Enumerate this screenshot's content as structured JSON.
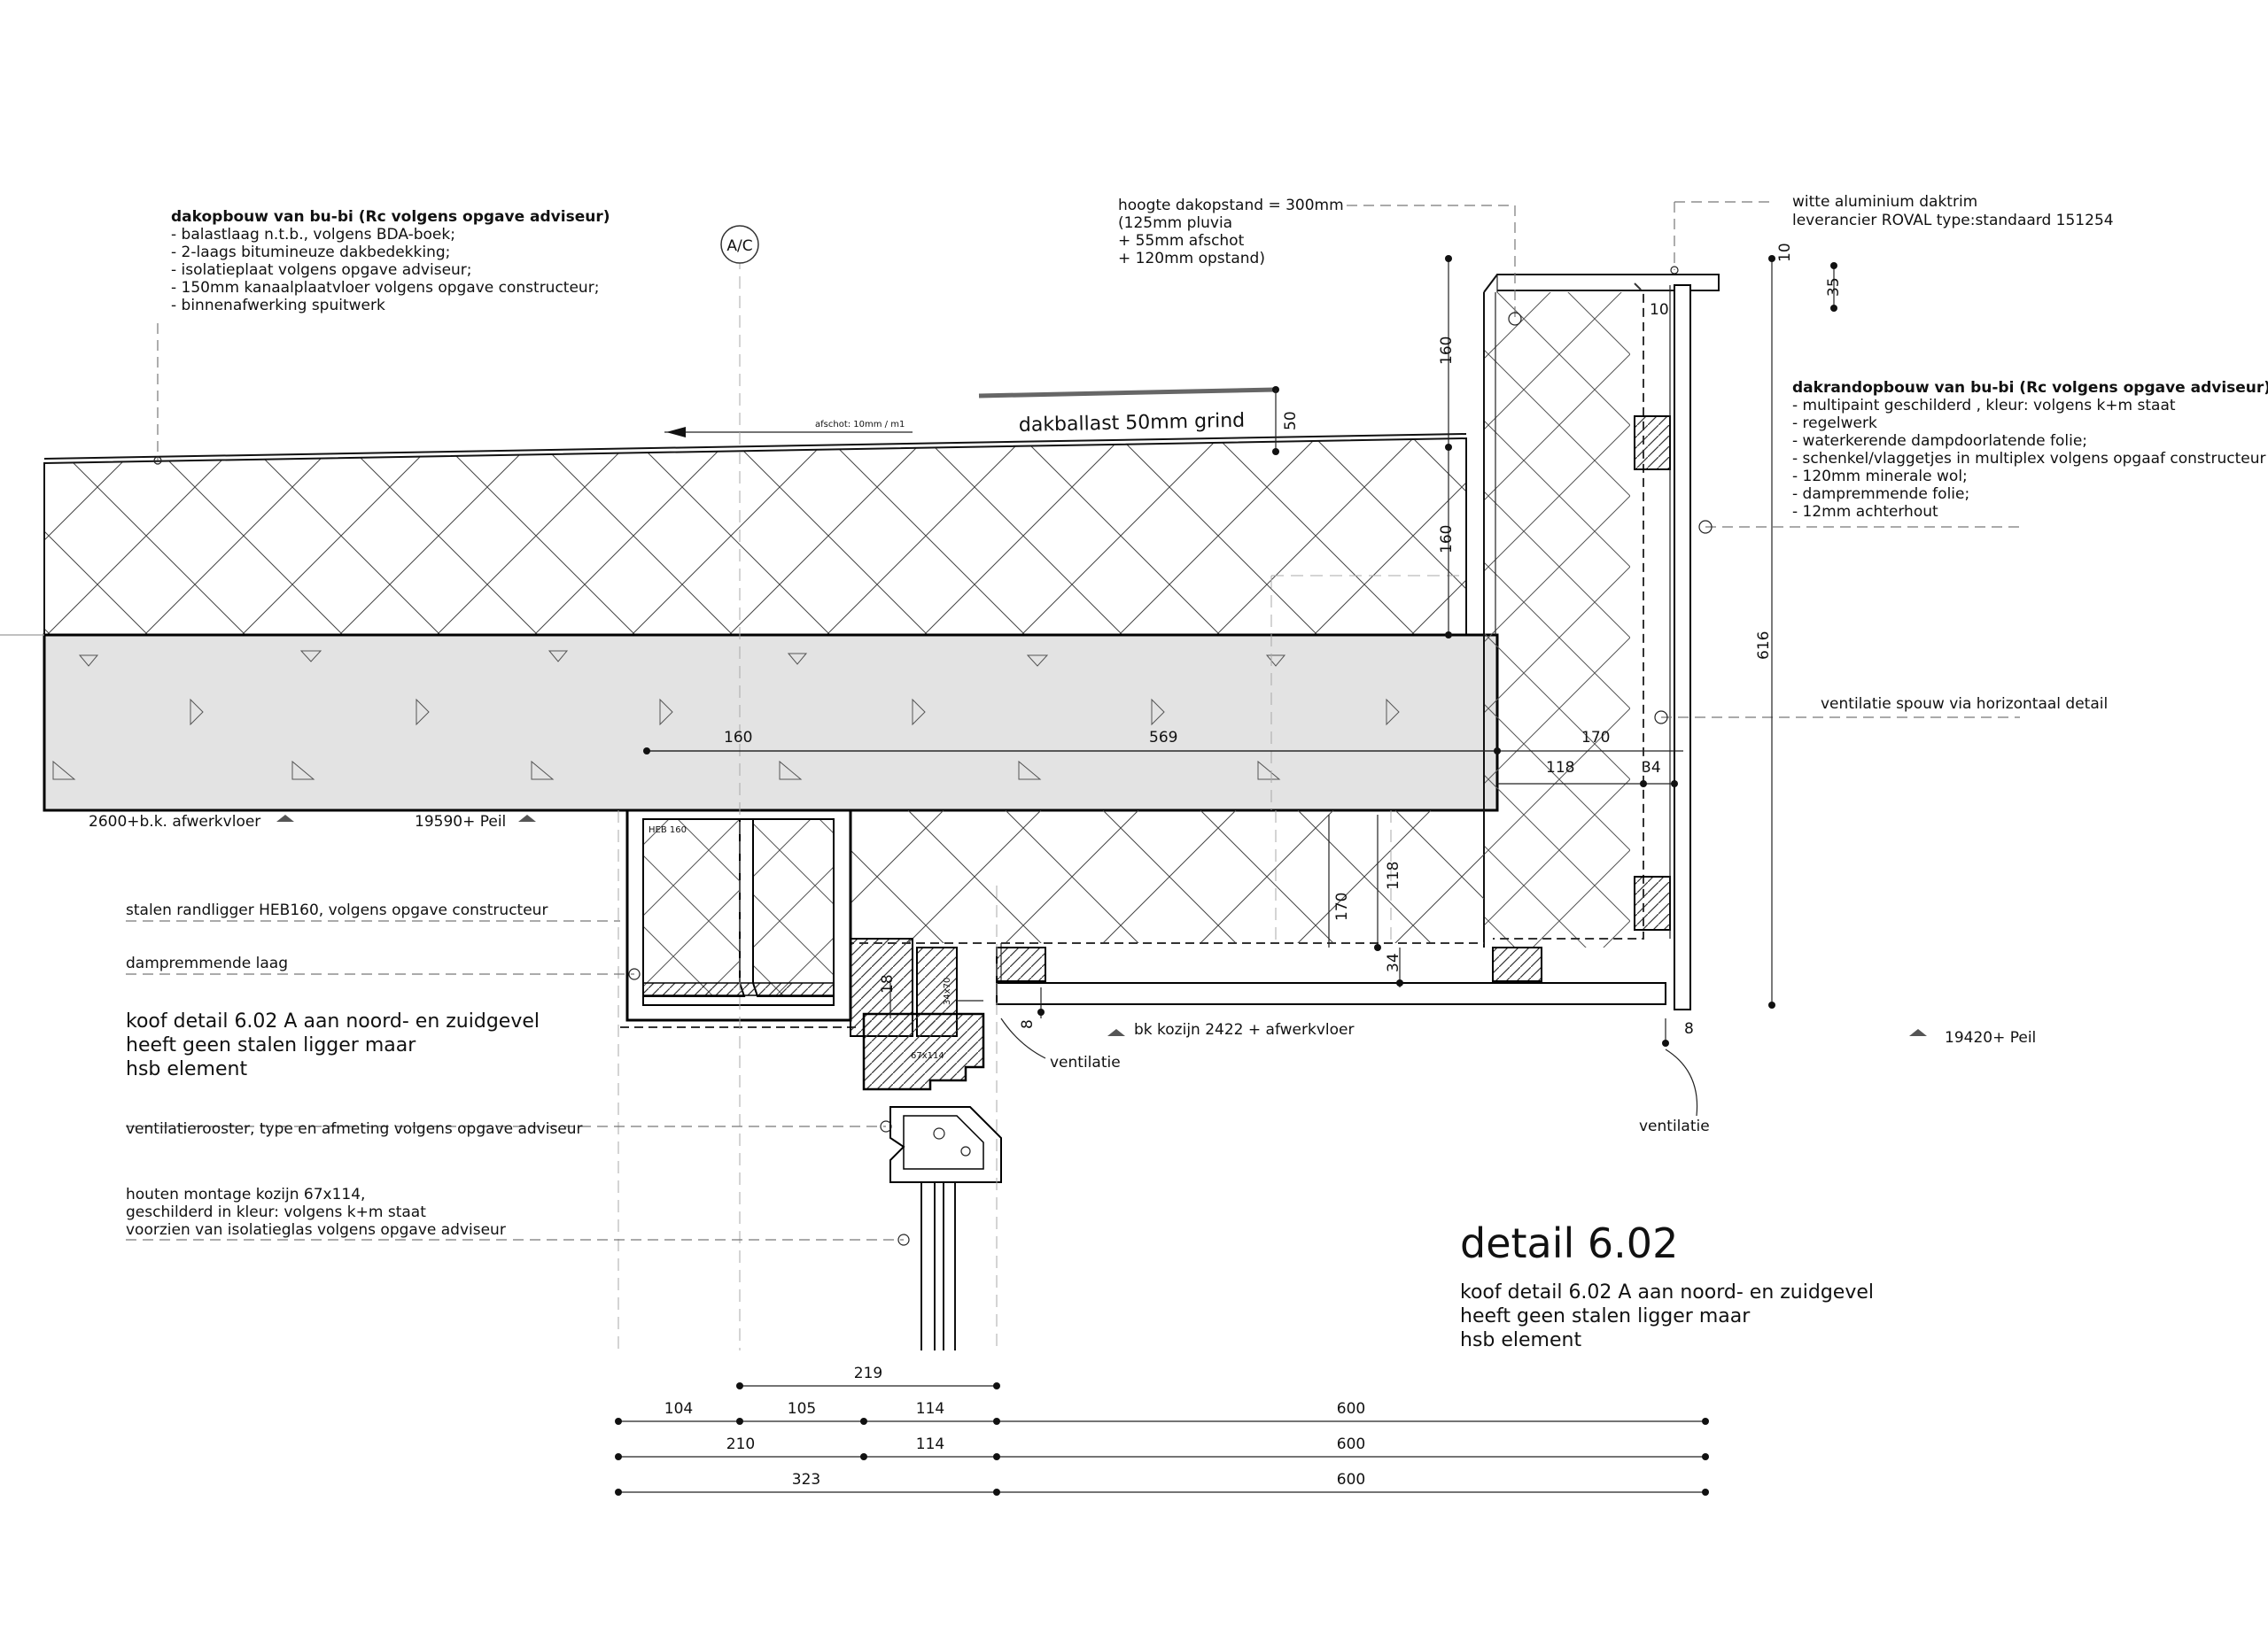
{
  "notes": {
    "dakopbouw": {
      "title": "dakopbouw van bu-bi (Rc volgens opgave adviseur)",
      "lines": [
        "- balastlaag n.t.b., volgens BDA-boek;",
        "- 2-laags bitumineuze dakbedekking;",
        "- isolatieplaat volgens opgave adviseur;",
        "- 150mm kanaalplaatvloer volgens opgave constructeur;",
        "- binnenafwerking spuitwerk"
      ]
    },
    "axis_label": "A/C",
    "dakopstand": [
      "hoogte dakopstand = 300mm",
      "(125mm pluvia",
      "+ 55mm afschot",
      "+ 120mm opstand)"
    ],
    "daktrim": [
      "witte aluminium daktrim",
      "leverancier ROVAL type:standaard 151254"
    ],
    "dakrand": {
      "title": "dakrandopbouw van bu-bi (Rc volgens opgave adviseur)",
      "lines": [
        "- multipaint geschilderd , kleur: volgens k+m staat",
        "- regelwerk",
        "- waterkerende dampdoorlatende folie;",
        "- schenkel/vlaggetjes in multiplex volgens opgaaf constructeur",
        "- 120mm minerale wol;",
        "- dampremmende folie;",
        "- 12mm achterhout"
      ]
    },
    "afschot": "afschot: 10mm / m1",
    "dakballast": "dakballast 50mm grind",
    "ventilatie_spouw": "ventilatie spouw via horizontaal detail",
    "afwerkvloer": "2600+b.k. afwerkvloer",
    "peil_left": "19590+ Peil",
    "heb_tag": "HEB 160",
    "randligger": "stalen randligger HEB160, volgens opgave constructeur",
    "dampremmende": "dampremmende laag",
    "koof_left": [
      "koof detail 6.02 A aan noord- en zuidgevel",
      "heeft geen stalen ligger maar",
      "hsb element"
    ],
    "bk_kozijn": "bk kozijn 2422 + afwerkvloer",
    "ventilatie_mid": "ventilatie",
    "ventilatie_right": "ventilatie",
    "peil_right": "19420+ Peil",
    "ventilatierooster": "ventilatierooster, type en afmeting volgens opgave adviseur",
    "kozijn": [
      "houten montage kozijn 67x114,",
      "geschilderd in kleur: volgens k+m staat",
      "voorzien van isolatieglas volgens opgave adviseur"
    ],
    "tag_34x70": "34x70",
    "tag_67x114": "67x114",
    "detail_title": "detail 6.02",
    "koof_right": [
      "koof detail 6.02 A aan noord- en zuidgevel",
      "heeft geen stalen ligger maar",
      "hsb element"
    ]
  },
  "dims": {
    "d10": "10",
    "d35": "35",
    "d10b": "10",
    "d160a": "160",
    "d50": "50",
    "d160b": "160",
    "d616": "616",
    "d160c": "160",
    "d569": "569",
    "d170a": "170",
    "d118a": "118",
    "d34a": "34",
    "d118b": "118",
    "d170b": "170",
    "d34b": "34",
    "d18": "18",
    "d8a": "8",
    "d8b": "8",
    "d219": "219",
    "d104": "104",
    "d105": "105",
    "d114a": "114",
    "d600a": "600",
    "d210": "210",
    "d114b": "114",
    "d600b": "600",
    "d323": "323",
    "d600c": "600"
  }
}
